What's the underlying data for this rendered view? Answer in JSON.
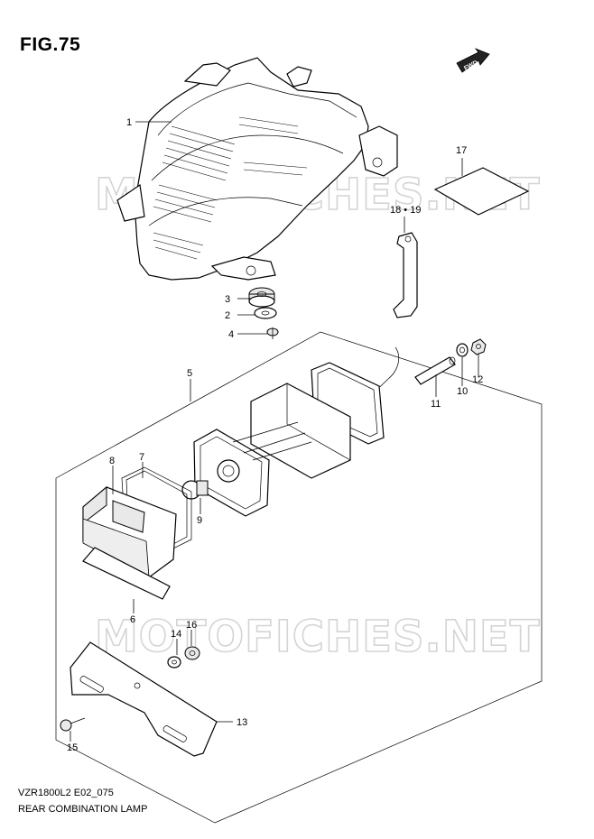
{
  "figure": {
    "title": "FIG.75",
    "code": "VZR1800L2 E02_075",
    "caption": "REAR COMBINATION LAMP"
  },
  "watermarks": [
    "MOTOFICHES.NET",
    "MOTOFICHES.NET"
  ],
  "direction_badge": "FWD",
  "part_labels": [
    "1",
    "2",
    "3",
    "4",
    "5",
    "6",
    "7",
    "8",
    "9",
    "10",
    "11",
    "12",
    "13",
    "14",
    "15",
    "16",
    "17",
    "18",
    "19"
  ],
  "part_label_special": "18 • 19"
}
